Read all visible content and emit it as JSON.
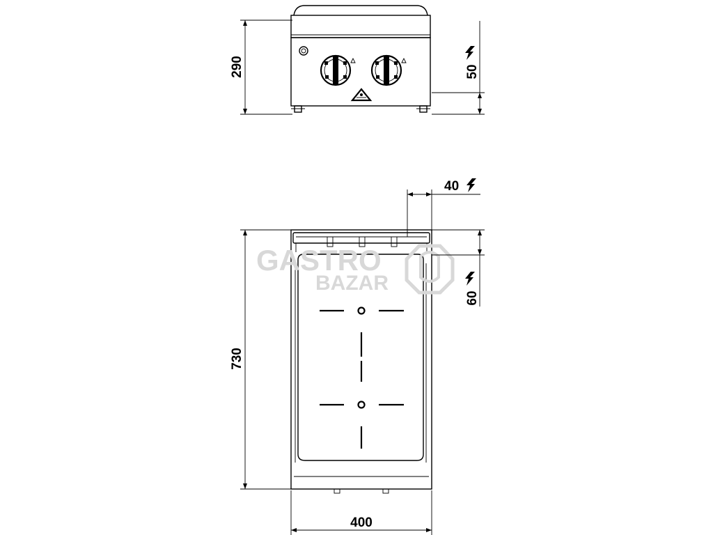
{
  "dimensions": {
    "front_height": "290",
    "front_electric_height": "50",
    "top_depth": "730",
    "top_width": "400",
    "top_electric_offset_x": "40",
    "top_electric_offset_y": "60"
  },
  "icons": {
    "electric": "lightning-bolt-icon",
    "reset_button": "circle-button-icon",
    "knob": "rotary-knob-icon",
    "warning_lamp": "triangle-lamp-icon",
    "hob_zone": "induction-zone-icon"
  },
  "watermark": {
    "line1": "GASTRO",
    "line2": "BAZAR"
  },
  "colors": {
    "line": "#000000",
    "watermark": "#d8d8d8",
    "background": "#ffffff"
  }
}
